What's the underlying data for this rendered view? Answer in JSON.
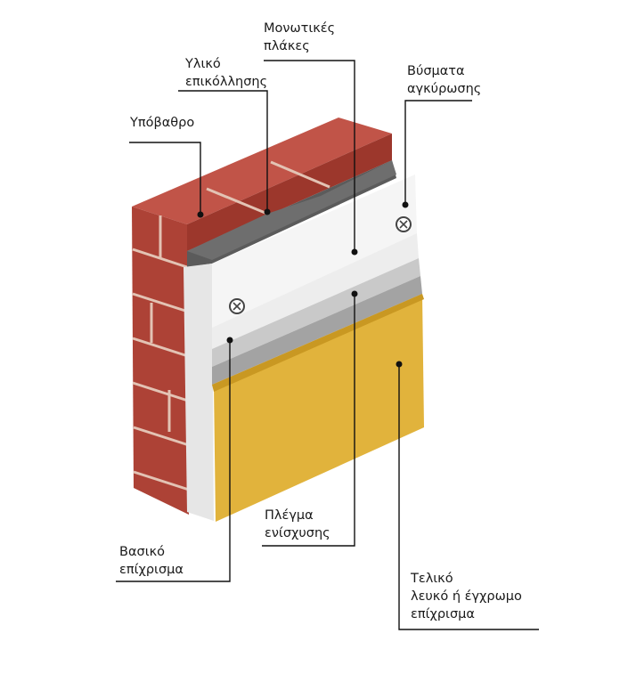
{
  "labels": {
    "substrate": [
      "Υπόβαθρο"
    ],
    "adhesive": [
      "Υλικό",
      "επικόλλησης"
    ],
    "insulation": [
      "Μονωτικές",
      "πλάκες"
    ],
    "anchors": [
      "Βύσματα",
      "αγκύρωσης"
    ],
    "base_coat": [
      "Βασικό",
      "επίχρισμα"
    ],
    "mesh": [
      "Πλέγμα",
      "ενίσχυσης"
    ],
    "finish": [
      "Τελικό",
      "λευκό ή έγχρωμο",
      "επίχρισμα"
    ]
  },
  "colors": {
    "brick_front": "#b5463a",
    "brick_side": "#8f3228",
    "mortar": "#e6c9bb",
    "adhesive": "#5a5a5a",
    "insulation": "#f4f4f4",
    "insulation_side": "#dcdcdc",
    "base_coat": "#c8c8c8",
    "mesh": "#9a9a9a",
    "finish": "#e0b23a",
    "finish_side": "#c9971f",
    "leader": "#111111"
  }
}
